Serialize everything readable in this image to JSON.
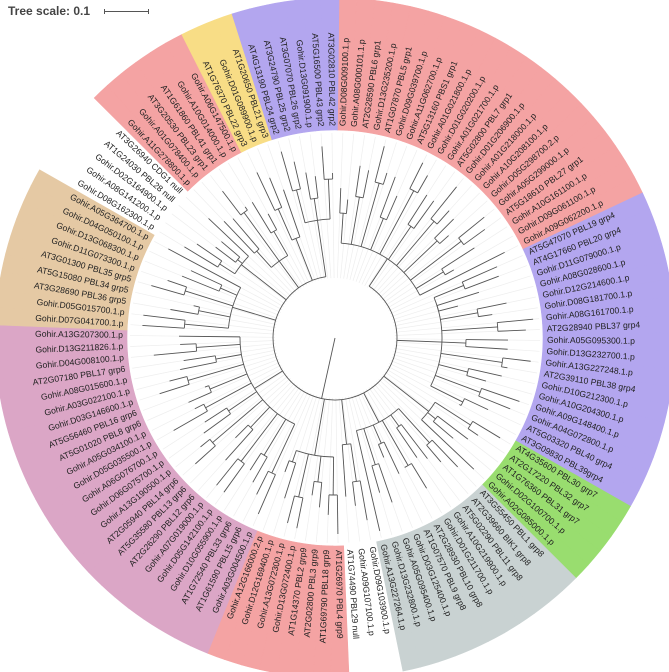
{
  "legend": {
    "tree_scale_label": "Tree scale: 0.1"
  },
  "colors": {
    "grp1": "#f4a3a3",
    "grp2": "#b3a6ef",
    "grp3": "#f8dd86",
    "grp4": "#b3a6ef",
    "grp5": "#e5c9a4",
    "grp6": "#dba6c6",
    "grp7": "#99dd6f",
    "grp8": "#c9d2d2",
    "grp9": "#f4a3a3",
    "null": "#ffffff"
  },
  "leaves": [
    {
      "label": "Gohir.D08G009100.1.p",
      "group": "grp1"
    },
    {
      "label": "Gohir.A08G000101.1.p",
      "group": "grp1"
    },
    {
      "label": "AT2G28590 PBL6 grp1",
      "group": "grp1"
    },
    {
      "label": "Gohir.D13G235200.1.p",
      "group": "grp1"
    },
    {
      "label": "AT1G07870 PBL5 grp1",
      "group": "grp1"
    },
    {
      "label": "Gohir.D09G039700.1.p",
      "group": "grp1"
    },
    {
      "label": "Gohir.A11G062700.1.p",
      "group": "grp1"
    },
    {
      "label": "AT5G13160 PBS1 grp1",
      "group": "grp1"
    },
    {
      "label": "Gohir.A01G021800.1.p",
      "group": "grp1"
    },
    {
      "label": "Gohir.D01G020200.1.p",
      "group": "grp1"
    },
    {
      "label": "Gohir.A01G021700.1.p",
      "group": "grp1"
    },
    {
      "label": "AT5G02800 PBL7 grp1",
      "group": "grp1"
    },
    {
      "label": "Gohir.D01G206900.1.p",
      "group": "grp1"
    },
    {
      "label": "Gohir.A01G218000.1.p",
      "group": "grp1"
    },
    {
      "label": "Gohir.A10G208100.1.p",
      "group": "grp1"
    },
    {
      "label": "Gohir.D05G298700.2.p",
      "group": "grp1"
    },
    {
      "label": "Gohir.A05G299000.1.p",
      "group": "grp1"
    },
    {
      "label": "AT5G18610 PBL27 grp1",
      "group": "grp1"
    },
    {
      "label": "Gohir.A10G161100.1.p",
      "group": "grp1"
    },
    {
      "label": "Gohir.D09G061100.1.p",
      "group": "grp1"
    },
    {
      "label": "Gohir.A09G062200.1.p",
      "group": "grp1"
    },
    {
      "label": "AT5G47070 PBL19 grp4",
      "group": "grp4"
    },
    {
      "label": "AT4G17660 PBL20 grp4",
      "group": "grp4"
    },
    {
      "label": "Gohir.D11G079000.1.p",
      "group": "grp4"
    },
    {
      "label": "Gohir.A08G028600.1.p",
      "group": "grp4"
    },
    {
      "label": "Gohir.D12G214600.1.p",
      "group": "grp4"
    },
    {
      "label": "Gohir.D08G181700.1.p",
      "group": "grp4"
    },
    {
      "label": "Gohir.A08G161700.1.p",
      "group": "grp4"
    },
    {
      "label": "AT2G28940 PBL37 grp4",
      "group": "grp4"
    },
    {
      "label": "Gohir.A05G095300.1.p",
      "group": "grp4"
    },
    {
      "label": "Gohir.D13G232700.1.p",
      "group": "grp4"
    },
    {
      "label": "Gohir.A13G227248.1.p",
      "group": "grp4"
    },
    {
      "label": "AT2G39110 PBL38 grp4",
      "group": "grp4"
    },
    {
      "label": "Gohir.D10G212300.1.p",
      "group": "grp4"
    },
    {
      "label": "Gohir.A10G204300.1.p",
      "group": "grp4"
    },
    {
      "label": "Gohir.A09G148400.1.p",
      "group": "grp4"
    },
    {
      "label": "Gohir.A04G072800.1.p",
      "group": "grp4"
    },
    {
      "label": "AT5G03320 PBL40 grp4",
      "group": "grp4"
    },
    {
      "label": "AT3G09830 PBL39grp4",
      "group": "grp4"
    },
    {
      "label": "AT4G35600 PBL30 grp7",
      "group": "grp7"
    },
    {
      "label": "AT2G17220 PBL32 grp7",
      "group": "grp7"
    },
    {
      "label": "AT1G76360 PBL31 grp7",
      "group": "grp7"
    },
    {
      "label": "Gohir.D02G100700.1.p",
      "group": "grp7"
    },
    {
      "label": "Gohir.A02G085000.1.p",
      "group": "grp7"
    },
    {
      "label": "AT3G55450 PBL1 grp8",
      "group": "grp8"
    },
    {
      "label": "AT2G39660 BIK1 grp8",
      "group": "grp8"
    },
    {
      "label": "AT5G02290 PBL11 grp8",
      "group": "grp8"
    },
    {
      "label": "Gohir.A10G219900.1.p",
      "group": "grp8"
    },
    {
      "label": "Gohir.D01G211700.1.p",
      "group": "grp8"
    },
    {
      "label": "AT2G28930 PBL10 grp8",
      "group": "grp8"
    },
    {
      "label": "AT1G07570 PBL9 grp8",
      "group": "grp8"
    },
    {
      "label": "Gohir.D03G125400.1.p",
      "group": "grp8"
    },
    {
      "label": "Gohir.A05G095400.1.p",
      "group": "grp8"
    },
    {
      "label": "Gohir.D13G232800.1.p",
      "group": "grp8"
    },
    {
      "label": "Gohir.A13G227264.1.p",
      "group": "grp8"
    },
    {
      "label": "Gohir.D09G103900.1.p",
      "group": "null"
    },
    {
      "label": "Gohir.A09G107100.1.p",
      "group": "null"
    },
    {
      "label": "AT1G74490 PBL29 null",
      "group": "null"
    },
    {
      "label": "AT1G26970 PBL4 grp9",
      "group": "grp9"
    },
    {
      "label": "AT1G69790 PBL18 grp9",
      "group": "grp9"
    },
    {
      "label": "AT2G02800 PBL3 grp9",
      "group": "grp9"
    },
    {
      "label": "AT1G14370 PBL2 grp9",
      "group": "grp9"
    },
    {
      "label": "Gohir.D13G072400.1.p",
      "group": "grp9"
    },
    {
      "label": "Gohir.A13G072300.1.p",
      "group": "grp9"
    },
    {
      "label": "Gohir.D12G169400.1.p",
      "group": "grp9"
    },
    {
      "label": "Gohir.A12G166000.2.p",
      "group": "grp9"
    },
    {
      "label": "Gohir.A03G004500.1.p",
      "group": "grp6"
    },
    {
      "label": "AT1G61590 PBL15 grp6",
      "group": "grp6"
    },
    {
      "label": "AT1G72540 PBL33 grp6",
      "group": "grp6"
    },
    {
      "label": "Gohir.D10G055900.1.p",
      "group": "grp6"
    },
    {
      "label": "Gohir.D05G142100.1.p",
      "group": "grp6"
    },
    {
      "label": "Gohir.A07G019000.1.p",
      "group": "grp6"
    },
    {
      "label": "AT2G26290 PBL12 grp6",
      "group": "grp6"
    },
    {
      "label": "AT5G35580 PBL13 grp6",
      "group": "grp6"
    },
    {
      "label": "AT2G05940 PBL14 grp6",
      "group": "grp6"
    },
    {
      "label": "Gohir.A13G190500.1.p",
      "group": "grp6"
    },
    {
      "label": "Gohir.D06G075700.1.p",
      "group": "grp6"
    },
    {
      "label": "Gohir.A06G076700.1.p",
      "group": "grp6"
    },
    {
      "label": "Gohir.D05G035500.1.p",
      "group": "grp6"
    },
    {
      "label": "Gohir.A05G034100.1.p",
      "group": "grp6"
    },
    {
      "label": "AT5G01020 PBL8 grp6",
      "group": "grp6"
    },
    {
      "label": "AT5G56460 PBL16 grp6",
      "group": "grp6"
    },
    {
      "label": "Gohir.D03G146600.1.p",
      "group": "grp6"
    },
    {
      "label": "Gohir.A03G022100.1.p",
      "group": "grp6"
    },
    {
      "label": "Gohir.A08G015600.1.p",
      "group": "grp6"
    },
    {
      "label": "AT2G07180 PBL17 grp6",
      "group": "grp6"
    },
    {
      "label": "Gohir.D04G008100.1.p",
      "group": "grp6"
    },
    {
      "label": "Gohir.D13G211826.1.p",
      "group": "grp6"
    },
    {
      "label": "Gohir.A13G207300.1.p",
      "group": "grp6"
    },
    {
      "label": "Gohir.D07G041700.1.p",
      "group": "grp5"
    },
    {
      "label": "Gohir.D05G015700.1.p",
      "group": "grp5"
    },
    {
      "label": "AT3G28690 PBL36 grp5",
      "group": "grp5"
    },
    {
      "label": "AT5G15080 PBL34 grp5",
      "group": "grp5"
    },
    {
      "label": "AT3G01300 PBL35 grp5",
      "group": "grp5"
    },
    {
      "label": "Gohir.D11G073300.1.p",
      "group": "grp5"
    },
    {
      "label": "Gohir.D13G068300.1.p",
      "group": "grp5"
    },
    {
      "label": "Gohir.D04G050100.1.p",
      "group": "grp5"
    },
    {
      "label": "Gohir.A05G364700.1.p",
      "group": "grp5"
    },
    {
      "label": "Gohir.D08G162300.1.p",
      "group": "null"
    },
    {
      "label": "Gohir.A08G141200.1.p",
      "group": "null"
    },
    {
      "label": "Gohir.D02G164900.1.p",
      "group": "null"
    },
    {
      "label": "AT1G24030 PBL28 null",
      "group": "null"
    },
    {
      "label": "AT3G26940 CDG1 null",
      "group": "null"
    },
    {
      "label": "Gohir.A11G278800.1.p",
      "group": "grp1"
    },
    {
      "label": "Gohir.A01G078400.1.p",
      "group": "grp1"
    },
    {
      "label": "AT3G20530 PBL23 grp1",
      "group": "grp1"
    },
    {
      "label": "AT1G61860 PBL41 grp1",
      "group": "grp1"
    },
    {
      "label": "Gohir.A10G014000.1.p",
      "group": "grp1"
    },
    {
      "label": "Gohir.A06G147500.1.p",
      "group": "grp1"
    },
    {
      "label": "AT1G76370 PBL22 grp3",
      "group": "grp3"
    },
    {
      "label": "Gohir.D01G089900.1.p",
      "group": "grp3"
    },
    {
      "label": "AT1G20650 PBL21 grp3",
      "group": "grp3"
    },
    {
      "label": "AT4G13190 PBL24 grp2",
      "group": "grp2"
    },
    {
      "label": "AT3G24790 PBL25 grp2",
      "group": "grp2"
    },
    {
      "label": "AT3G07070 PBL26 grp2",
      "group": "grp2"
    },
    {
      "label": "Gohir.D13G091900.1.p",
      "group": "grp2"
    },
    {
      "label": "AT5G16500 PBL43 grp2",
      "group": "grp2"
    },
    {
      "label": "AT3G02810 PBL42 grp2",
      "group": "grp2"
    }
  ]
}
